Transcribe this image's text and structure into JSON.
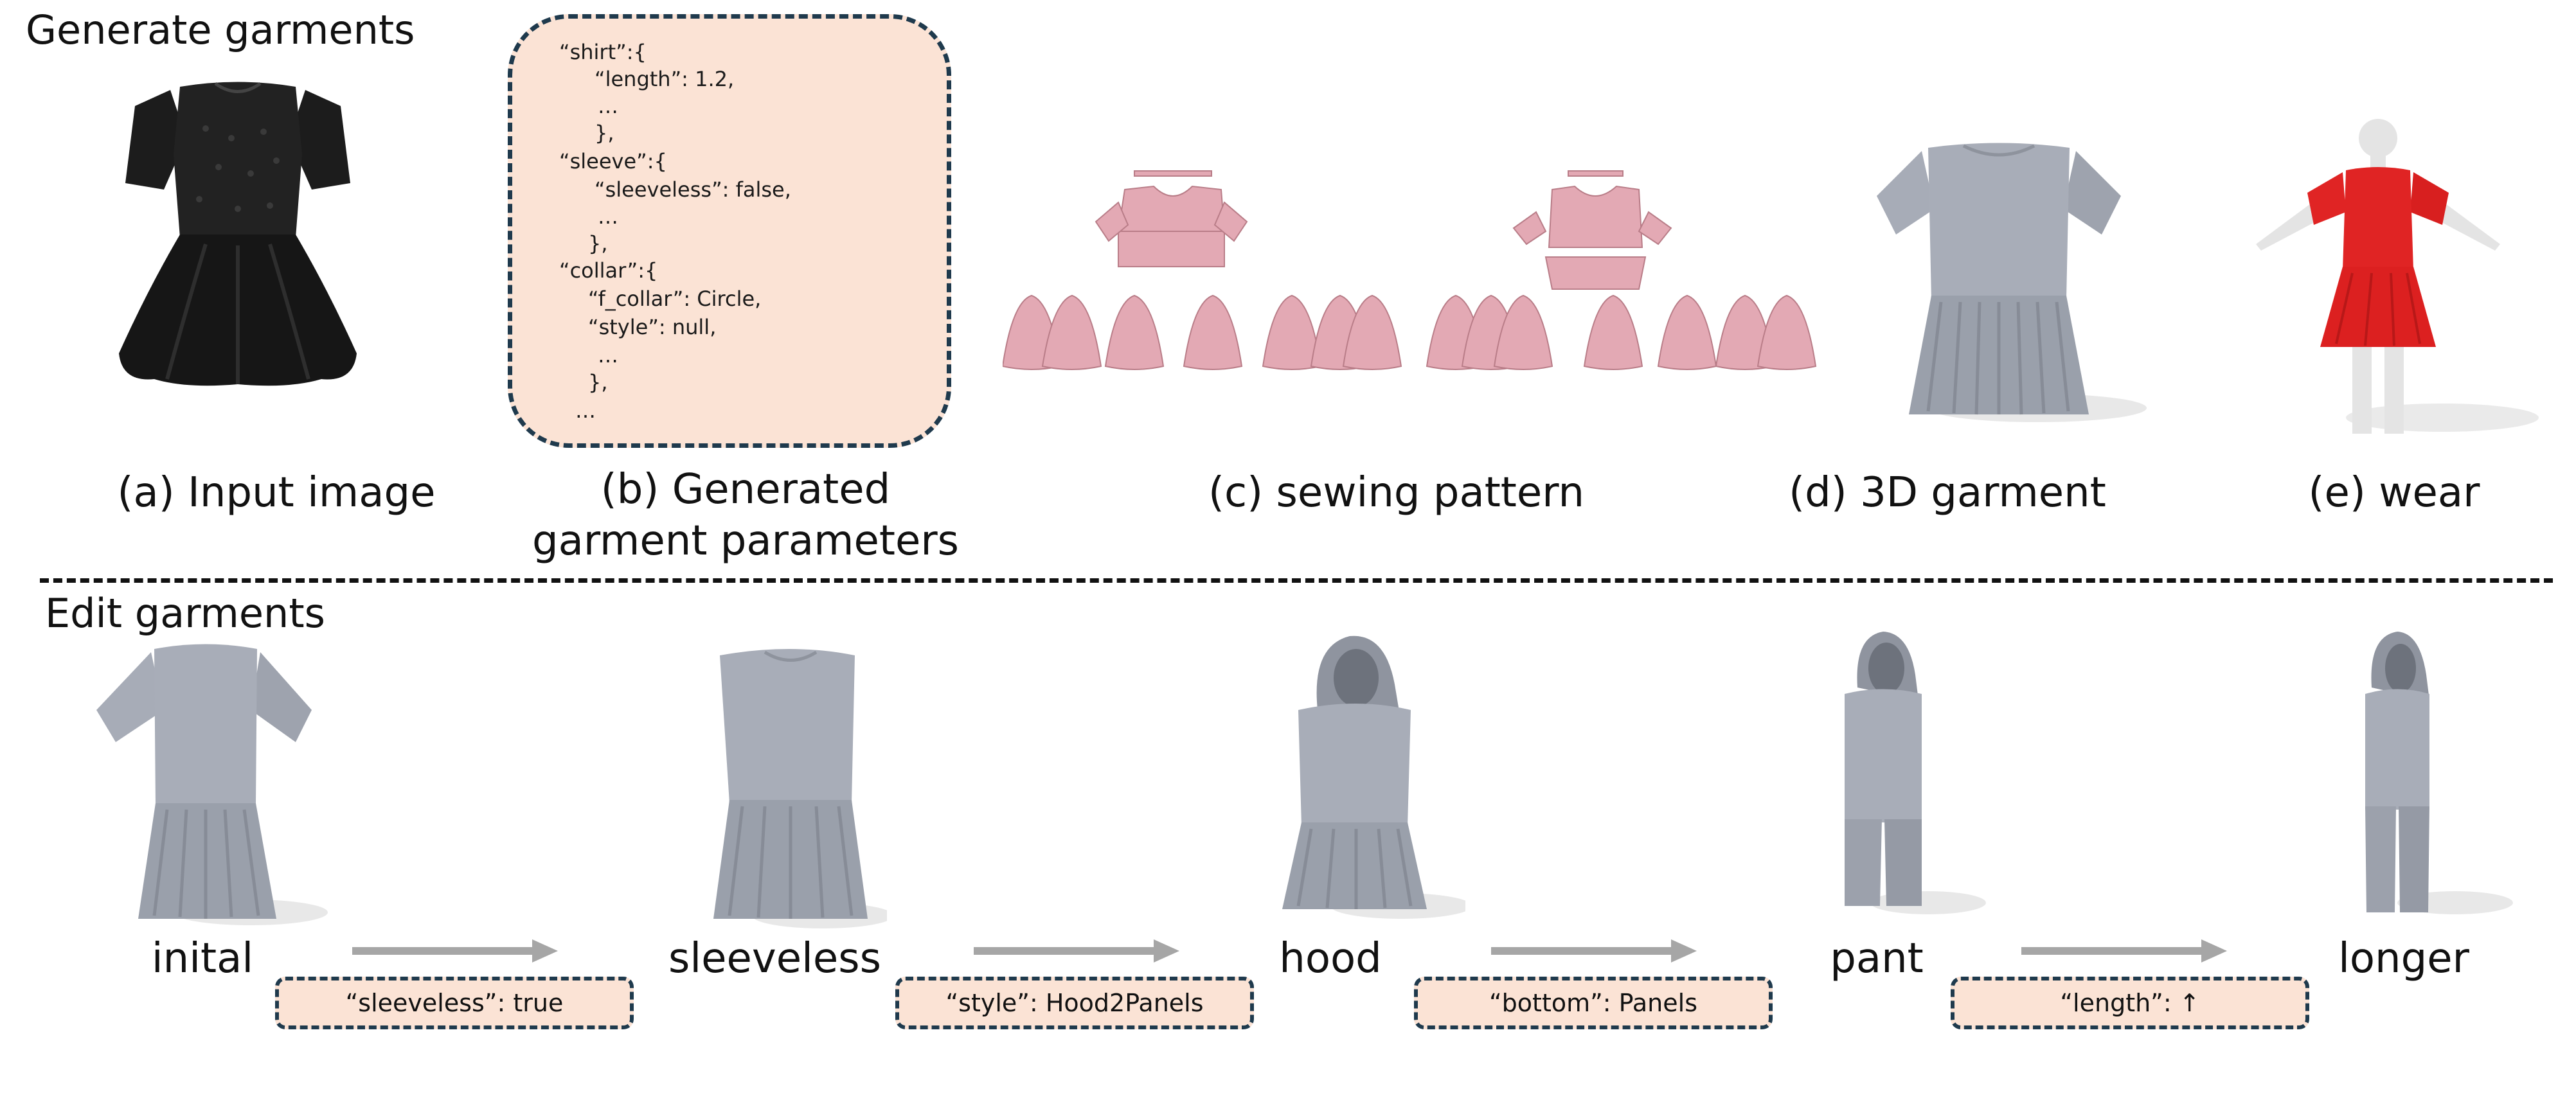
{
  "generate_title": "Generate garments",
  "edit_title": "Edit garments",
  "params_lines": [
    "“shirt”:{",
    "“length”: 1.2,",
    "…",
    "},",
    "“sleeve”:{",
    "“sleeveless”: false,",
    "…",
    "},",
    "“collar”:{",
    "“f_collar”: Circle,",
    "“style”: null,",
    "…",
    "},",
    "…"
  ],
  "captions": {
    "a": "(a) Input image",
    "b_line1": "(b) Generated",
    "b_line2": "garment parameters",
    "c": "(c) sewing pattern",
    "d": "(d) 3D garment",
    "e": "(e) wear"
  },
  "edit_steps": [
    "inital",
    "sleeveless",
    "hood",
    "pant",
    "longer"
  ],
  "edit_ops": [
    "“sleeveless”: true",
    "“style”: Hood2Panels",
    "“bottom”: Panels",
    "“length”: ↑"
  ],
  "colors": {
    "param_box_fill": "#fbe3d5",
    "dashed_border": "#1f3a4d",
    "pattern_pink": "#e3a9b4",
    "garment_grey": "#a3a8b3",
    "wear_red": "#e02424",
    "arrow_grey": "#a6a6a6",
    "dress_black": "#1c1c1c"
  }
}
